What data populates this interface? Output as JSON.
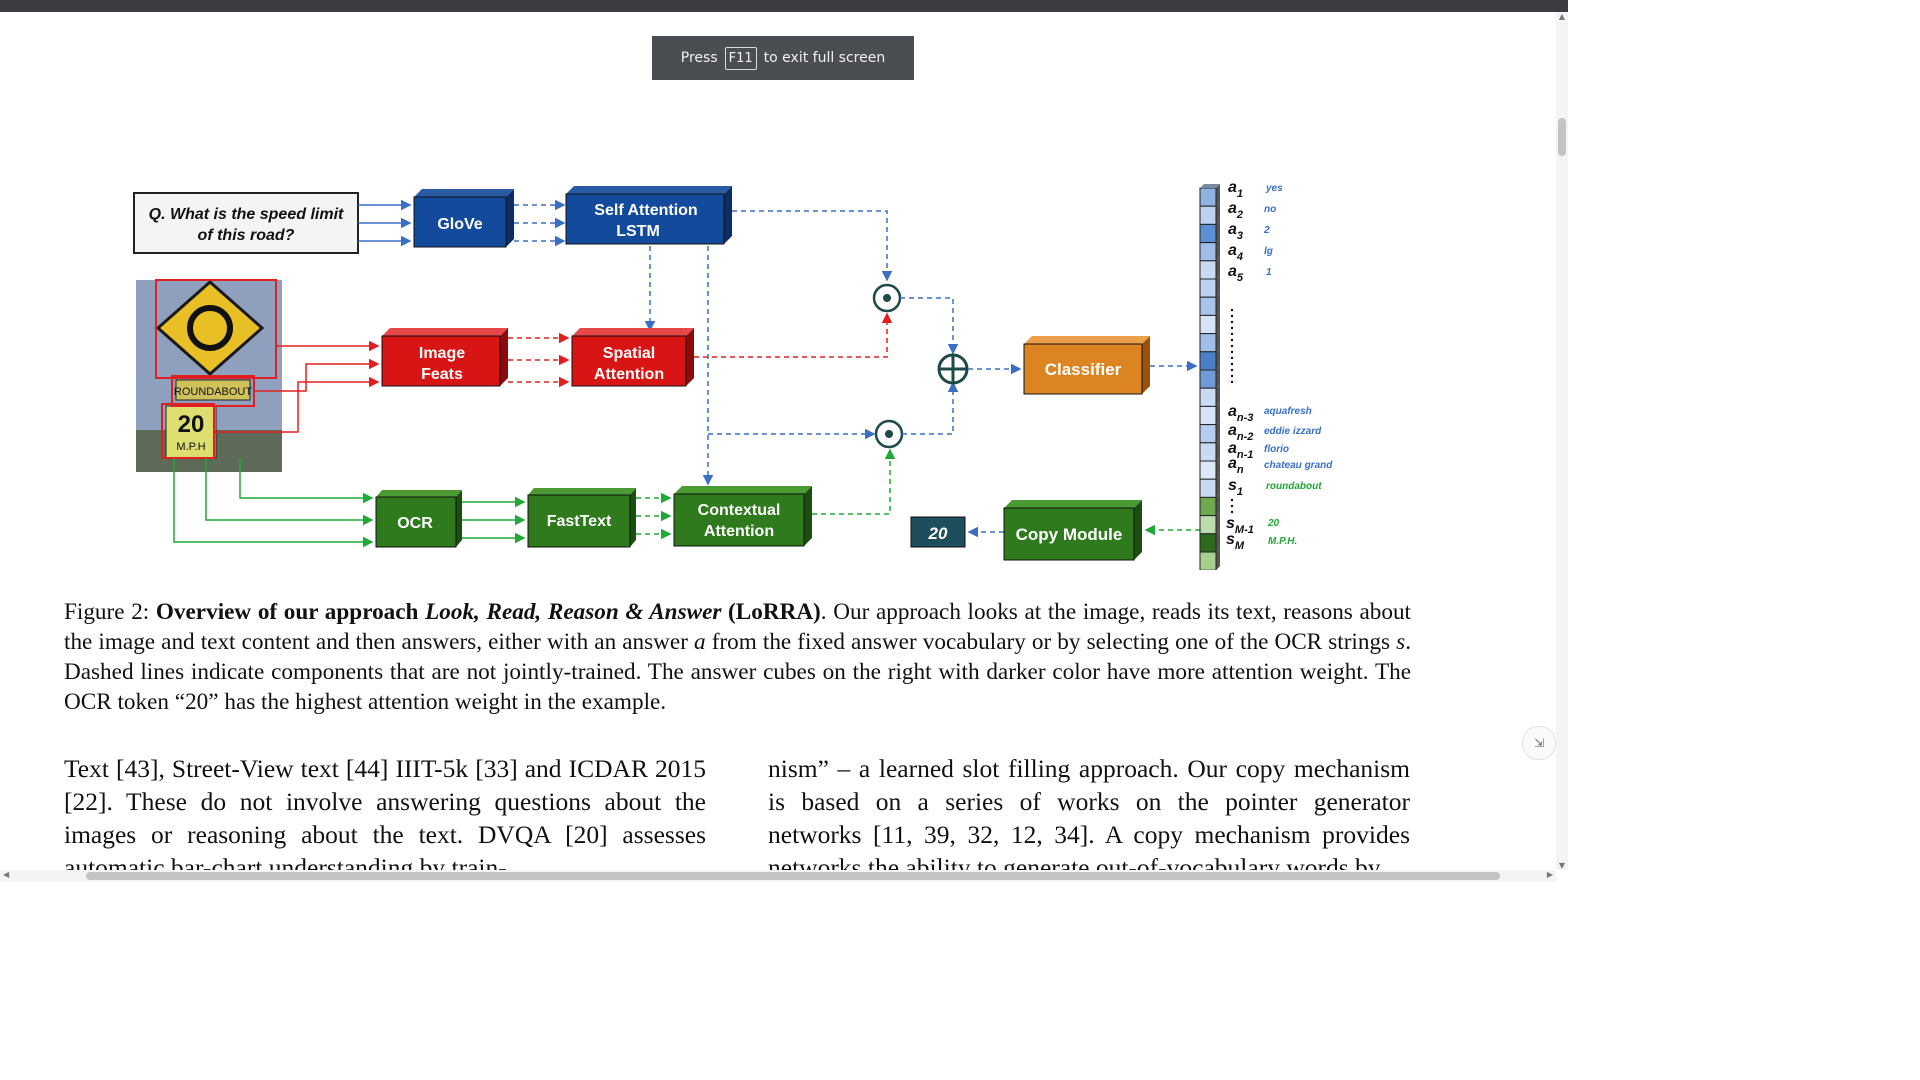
{
  "toast": {
    "press": "Press",
    "key": "F11",
    "rest": "to exit full screen"
  },
  "figure": {
    "question_line1": "Q. What is the speed limit",
    "question_line2": "of this road?",
    "sign_roundabout": "ROUNDABOUT",
    "sign_speed": "20",
    "sign_mph": "M.P.H",
    "glove": "GloVe",
    "self_attention_line1": "Self Attention",
    "self_attention_line2": "LSTM",
    "image_feats_line1": "Image",
    "image_feats_line2": "Feats",
    "spatial_line1": "Spatial",
    "spatial_line2": "Attention",
    "classifier": "Classifier",
    "ocr": "OCR",
    "fasttext": "FastText",
    "contextual_line1": "Contextual",
    "contextual_line2": "Attention",
    "copy_module": "Copy Module",
    "output_value": "20",
    "answer_rows": [
      {
        "sym": "a",
        "sub": "1",
        "word": "yes"
      },
      {
        "sym": "a",
        "sub": "2",
        "word": "no"
      },
      {
        "sym": "a",
        "sub": "3",
        "word": "2"
      },
      {
        "sym": "a",
        "sub": "4",
        "word": "lg"
      },
      {
        "sym": "a",
        "sub": "5",
        "word": "1"
      }
    ],
    "lower_rows": [
      {
        "sym": "a",
        "sub": "n-3",
        "word": "aquafresh"
      },
      {
        "sym": "a",
        "sub": "n-2",
        "word": "eddie izzard"
      },
      {
        "sym": "a",
        "sub": "n-1",
        "word": "florio"
      },
      {
        "sym": "a",
        "sub": "n",
        "word": "chateau grand"
      },
      {
        "sym": "s",
        "sub": "1",
        "word": "roundabout"
      },
      {
        "sym": "s",
        "sub": "M-1",
        "word": "20"
      },
      {
        "sym": "s",
        "sub": "M",
        "word": "M.P.H."
      }
    ],
    "answer_cells": [
      {
        "color": "#8fb3e3"
      },
      {
        "color": "#bcd2ef"
      },
      {
        "color": "#5b8fd4"
      },
      {
        "color": "#9fbde8"
      },
      {
        "color": "#c9dbf2"
      },
      {
        "color": "#bcd2ef"
      },
      {
        "color": "#a9c4ea"
      },
      {
        "color": "#d5e3f5"
      },
      {
        "color": "#9fbde8"
      },
      {
        "color": "#4b80c9"
      },
      {
        "color": "#6e9ad8"
      },
      {
        "color": "#c9dbf2"
      },
      {
        "color": "#d5e3f5"
      },
      {
        "color": "#b4cdee"
      },
      {
        "color": "#c9dbf2"
      },
      {
        "color": "#dce8f7"
      },
      {
        "color": "#c9dbf2"
      },
      {
        "color": "#6ea84f"
      },
      {
        "color": "#bcdcae"
      },
      {
        "color": "#2d6a1c"
      },
      {
        "color": "#a7d08f"
      }
    ]
  },
  "caption": {
    "label": "Figure 2: ",
    "bold_a": "Overview of our approach ",
    "bold_italic": "Look, Read, Reason & Answer",
    "bold_b": " (LoRRA)",
    "rest_1": ". Our approach looks at the image, reads its text, reasons about the image and text content and then answers, either with an answer ",
    "sym_a": "a",
    "rest_2": " from the fixed answer vocabulary or by selecting one of the OCR strings ",
    "sym_s": "s",
    "rest_3": ". Dashed lines indicate components that are not jointly-trained. The answer cubes on the right with darker color have more attention weight. The OCR token “20” has the highest attention weight in the example."
  },
  "body_left": "Text [43], Street-View text [44] IIIT-5k [33] and ICDAR 2015 [22]. These do not involve answering questions about the images or reasoning about the text. DVQA [20] assesses automatic bar-chart understanding by train-",
  "body_right": "nism” – a learned slot filling approach. Our copy mechanism is based on a series of works on the pointer generator networks [11, 39, 32, 12, 34]. A copy mechanism provides networks the ability to generate out-of-vocabulary words by"
}
